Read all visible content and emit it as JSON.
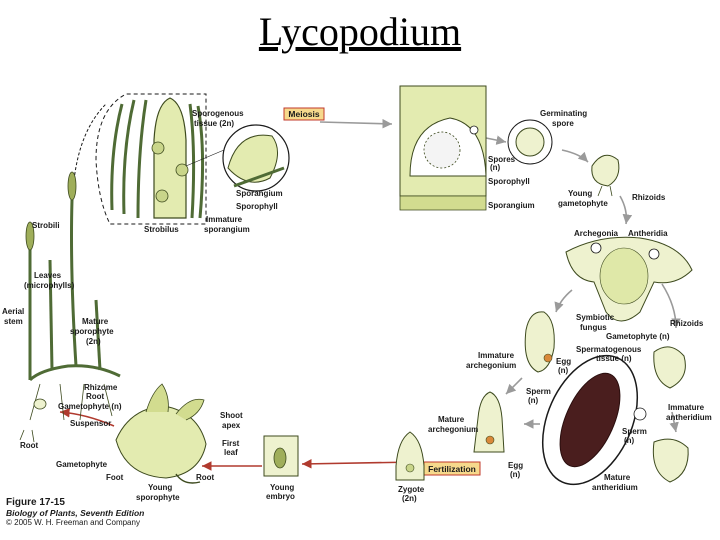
{
  "title": "Lycopodium",
  "colors": {
    "plant_fill": "#e3ebb0",
    "plant_stroke": "#3d4a1e",
    "stem": "#4f6b35",
    "egg": "#d9893a",
    "antheridium": "#4a1e1e",
    "tag_fill": "#f6d98c",
    "tag_stroke": "#c0392b",
    "arrow_gray": "#9a9a9a",
    "arrow_red": "#b03a2e"
  },
  "icons": [
    "lycopodium-sporophyte-icon",
    "strobilus-section-icon",
    "sporophyll-icon",
    "spore-icon",
    "gametophyte-icon",
    "antheridium-icon",
    "archegonium-icon",
    "zygote-icon",
    "embryo-icon",
    "young-sporophyte-icon"
  ],
  "phases": {
    "meiosis": "Meiosis",
    "fertilization": "Fertilization"
  },
  "labels": {
    "sporogenous_1": "Sporogenous",
    "sporogenous_2": "tissue (2n)",
    "sporangium_top": "Sporangium",
    "sporophyll_top": "Sporophyll",
    "immature_1": "Immature",
    "immature_2": "sporangium",
    "strobilus": "Strobilus",
    "germinating_1": "Germinating",
    "germinating_2": "spore",
    "spores_1": "Spores",
    "spores_2": "(n)",
    "sporophyll_mid": "Sporophyll",
    "sporangium_mid": "Sporangium",
    "young_gam_1": "Young",
    "young_gam_2": "gametophyte",
    "rhizoids_top": "Rhizoids",
    "archegonia": "Archegonia",
    "antheridia": "Antheridia",
    "symbiotic_1": "Symbiotic",
    "symbiotic_2": "fungus",
    "gametophyte_n": "Gametophyte (n)",
    "rhizoids_right": "Rhizoids",
    "spermatogenous_1": "Spermatogenous",
    "spermatogenous_2": "tissue (n)",
    "immature_arch_1": "Immature",
    "immature_arch_2": "archegonium",
    "egg_top_1": "Egg",
    "egg_top_2": "(n)",
    "sperm_mid_1": "Sperm",
    "sperm_mid_2": "(n)",
    "mature_arch_1": "Mature",
    "mature_arch_2": "archegonium",
    "immature_anth_1": "Immature",
    "immature_anth_2": "antheridium",
    "sperm_right_1": "Sperm",
    "sperm_right_2": "(n)",
    "mature_anth_1": "Mature",
    "mature_anth_2": "antheridium",
    "egg_bottom_1": "Egg",
    "egg_bottom_2": "(n)",
    "zygote_1": "Zygote",
    "zygote_2": "(2n)",
    "young_embryo_1": "Young",
    "young_embryo_2": "embryo",
    "shoot_1": "Shoot",
    "shoot_2": "apex",
    "first_1": "First",
    "first_2": "leaf",
    "suspensor": "Suspensor",
    "gametophyte_bottom": "Gametophyte",
    "foot": "Foot",
    "root_bottom": "Root",
    "young_sp_1": "Young",
    "young_sp_2": "sporophyte",
    "strobili": "Strobili",
    "leaves_1": "Leaves",
    "leaves_2": "(microphylls)",
    "aerial_1": "Aerial",
    "aerial_2": "stem",
    "mature_sp_1": "Mature",
    "mature_sp_2": "sporophyte",
    "mature_sp_3": "(2n)",
    "rhizome": "Rhizome",
    "root_left": "Root",
    "gametophyte_left": "Gametophyte (n)",
    "root_far_left": "Root"
  },
  "caption": {
    "figure": "Figure 17-15",
    "book": "Biology of Plants, Seventh Edition",
    "copyright": "© 2005 W. H. Freeman and Company"
  }
}
